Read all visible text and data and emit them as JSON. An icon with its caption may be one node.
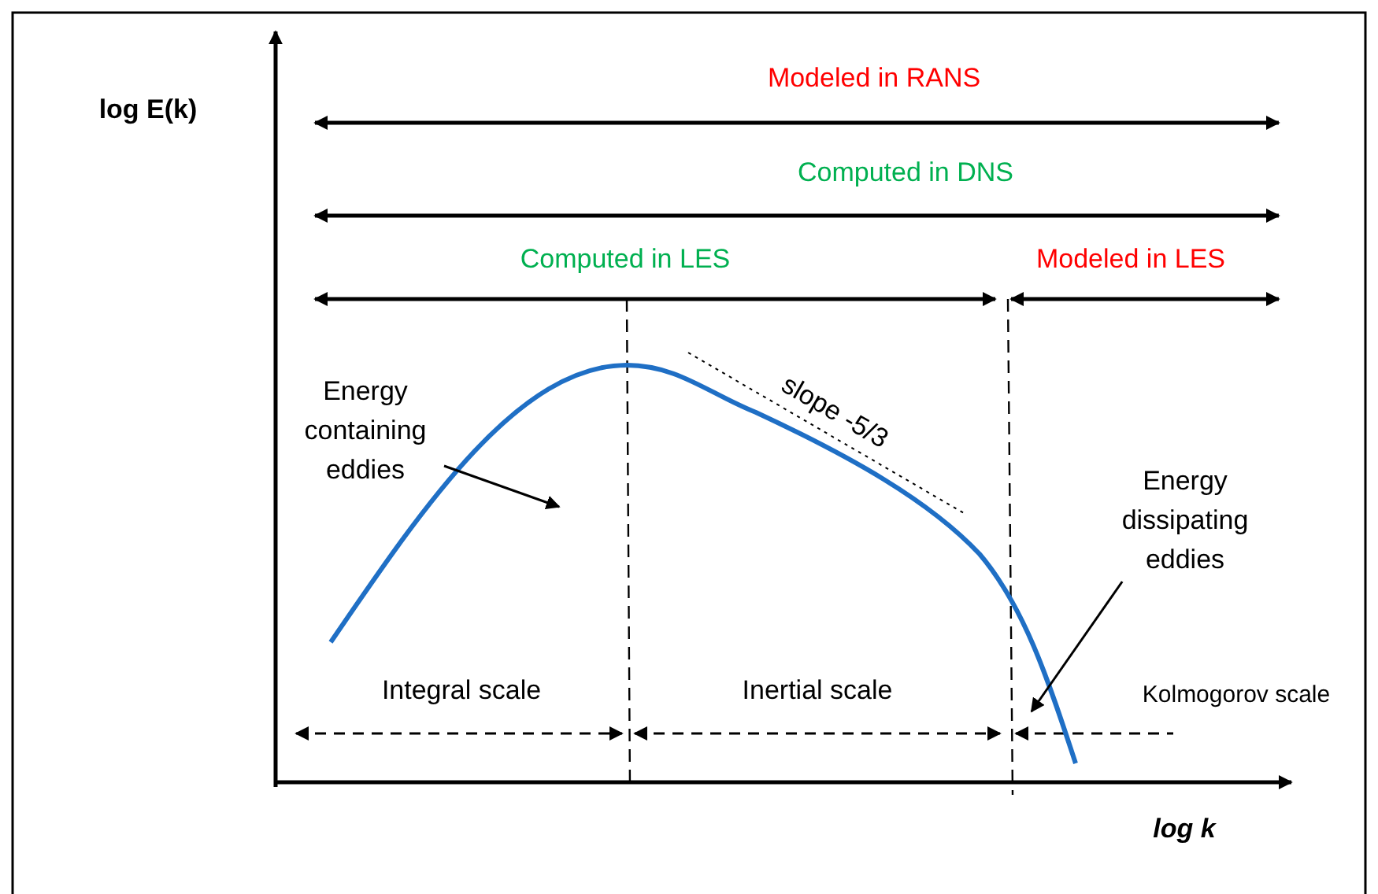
{
  "diagram": {
    "nodes": [
      {
        "text": [
          "Energy containing eddies"
        ]
      },
      {
        "text": [
          "Energy dissipating eddies"
        ]
      }
    ],
    "edges": [
      {
        "from": 0,
        "to": null,
        "arrow": "to"
      },
      {
        "from": 1,
        "to": null,
        "arrow": "to"
      }
    ],
    "labels": [
      "log E(k)",
      "Modeled in RANS",
      "Computed in DNS",
      "Computed in LES",
      "Modeled in LES",
      "slope -5/3",
      "Integral scale",
      "Inertial scale",
      "Kolmogorov scale",
      "log k"
    ]
  }
}
